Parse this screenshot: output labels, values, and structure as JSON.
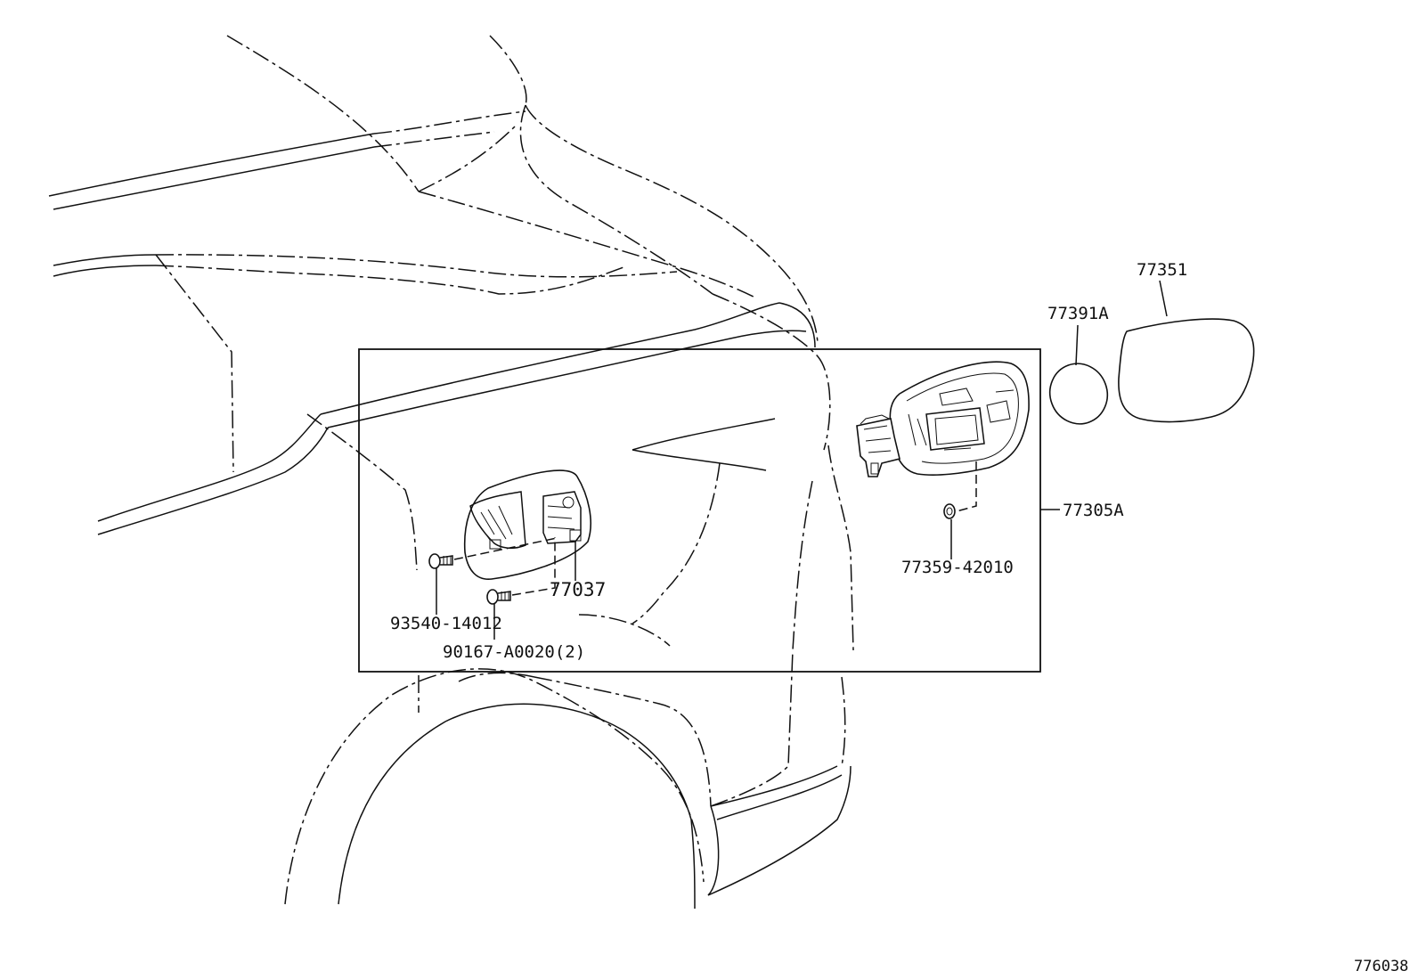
{
  "callouts": {
    "fuel_lid": "77351",
    "gasket": "77391A",
    "lid_assembly": "77305A",
    "housing": "77037",
    "screw_upper": "93540-14012",
    "screw_lower": "90167-A0020(2)",
    "grommet": "77359-42010"
  },
  "figure_number": "776038"
}
